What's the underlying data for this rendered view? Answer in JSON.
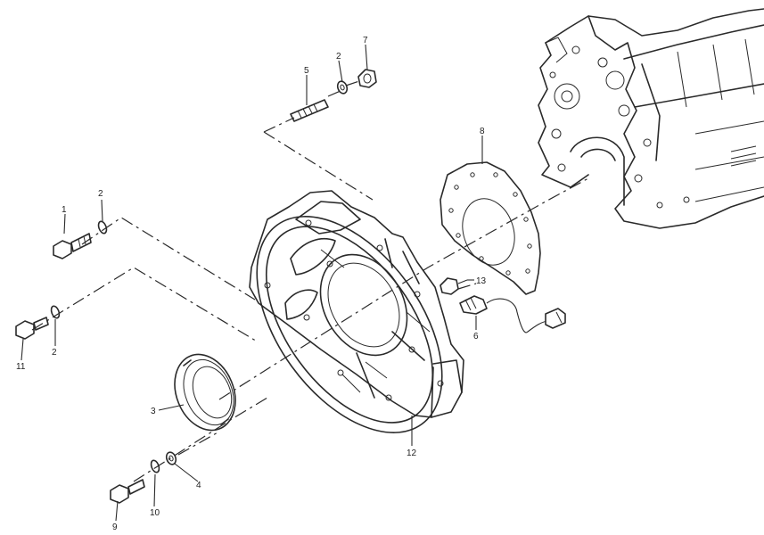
{
  "diagram": {
    "callouts": {
      "c1": "1",
      "c2a": "2",
      "c2b": "2",
      "c2c": "2",
      "c3": "3",
      "c4": "4",
      "c5": "5",
      "c6": "6",
      "c7": "7",
      "c8": "8",
      "c9": "9",
      "c10": "10",
      "c11": "11",
      "c12": "12",
      "c13": "13"
    }
  }
}
